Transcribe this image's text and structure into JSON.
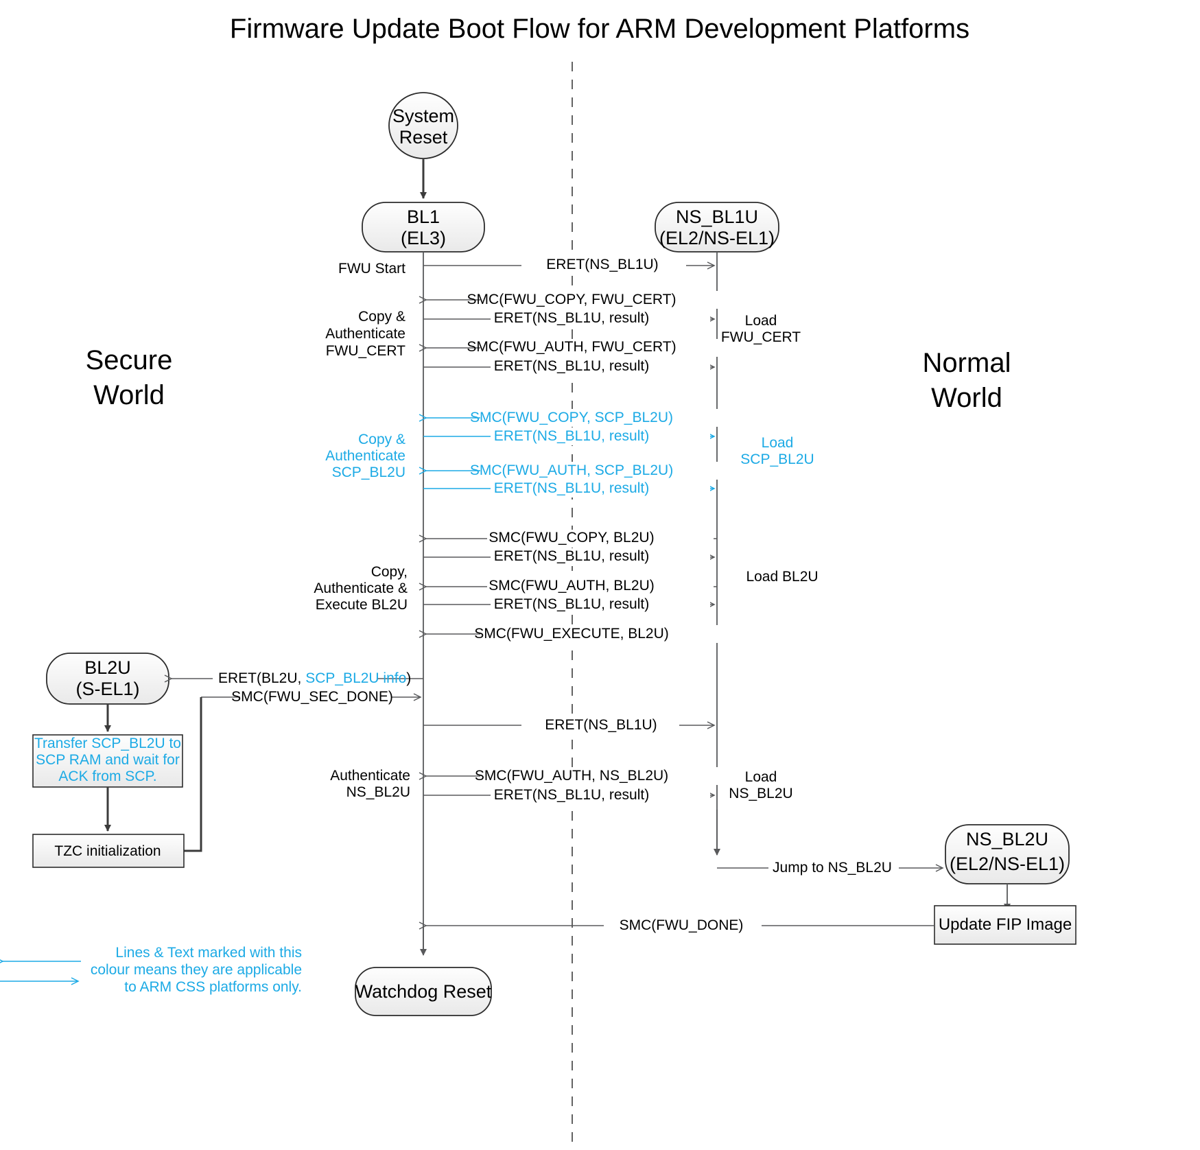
{
  "title": "Firmware Update Boot Flow for ARM Development Platforms",
  "colors": {
    "accent": "#1CAAE5",
    "line": "#58595b",
    "text": "#000000",
    "node_fill": "#f2f2f2"
  },
  "worlds": {
    "secure_line1": "Secure",
    "secure_line2": "World",
    "normal_line1": "Normal",
    "normal_line2": "World"
  },
  "nodes": {
    "system_reset_l1": "System",
    "system_reset_l2": "Reset",
    "bl1_l1": "BL1",
    "bl1_l2": "(EL3)",
    "ns_bl1u_l1": "NS_BL1U",
    "ns_bl1u_l2": "(EL2/NS-EL1)",
    "bl2u_l1": "BL2U",
    "bl2u_l2": "(S-EL1)",
    "ns_bl2u_l1": "NS_BL2U",
    "ns_bl2u_l2": "(EL2/NS-EL1)",
    "watchdog_reset": "Watchdog Reset",
    "update_fip": "Update FIP Image",
    "tzc_init": "TZC initialization",
    "transfer_l1": "Transfer SCP_BL2U to",
    "transfer_l2": "SCP RAM and wait for",
    "transfer_l3": "ACK from SCP."
  },
  "messages": [
    {
      "id": "m1",
      "label": "ERET(NS_BL1U)",
      "dir": "right",
      "color": "black"
    },
    {
      "id": "m2",
      "label": "SMC(FWU_COPY, FWU_CERT)",
      "dir": "left",
      "color": "black"
    },
    {
      "id": "m3",
      "label": "ERET(NS_BL1U, result)",
      "dir": "right",
      "color": "black"
    },
    {
      "id": "m4",
      "label": "SMC(FWU_AUTH, FWU_CERT)",
      "dir": "left",
      "color": "black"
    },
    {
      "id": "m5",
      "label": "ERET(NS_BL1U, result)",
      "dir": "right",
      "color": "black"
    },
    {
      "id": "m6",
      "label": "SMC(FWU_COPY, SCP_BL2U)",
      "dir": "left",
      "color": "accent"
    },
    {
      "id": "m7",
      "label": "ERET(NS_BL1U, result)",
      "dir": "right",
      "color": "accent"
    },
    {
      "id": "m8",
      "label": "SMC(FWU_AUTH, SCP_BL2U)",
      "dir": "left",
      "color": "accent"
    },
    {
      "id": "m9",
      "label": "ERET(NS_BL1U, result)",
      "dir": "right",
      "color": "accent"
    },
    {
      "id": "m10",
      "label": "SMC(FWU_COPY, BL2U)",
      "dir": "left",
      "color": "black"
    },
    {
      "id": "m11",
      "label": "ERET(NS_BL1U, result)",
      "dir": "right",
      "color": "black"
    },
    {
      "id": "m12",
      "label": "SMC(FWU_AUTH, BL2U)",
      "dir": "left",
      "color": "black"
    },
    {
      "id": "m13",
      "label": "ERET(NS_BL1U, result)",
      "dir": "right",
      "color": "black"
    },
    {
      "id": "m14",
      "label": "SMC(FWU_EXECUTE, BL2U)",
      "dir": "left",
      "color": "black"
    },
    {
      "id": "m15",
      "label": "SMC(FWU_SEC_DONE)",
      "dir": "right",
      "color": "black"
    },
    {
      "id": "m16",
      "label": "ERET(NS_BL1U)",
      "dir": "right",
      "color": "black"
    },
    {
      "id": "m17",
      "label": "SMC(FWU_AUTH, NS_BL2U)",
      "dir": "left",
      "color": "black"
    },
    {
      "id": "m18",
      "label": "ERET(NS_BL1U, result)",
      "dir": "right",
      "color": "black"
    },
    {
      "id": "m19",
      "label": "Jump to NS_BL2U",
      "dir": "right",
      "color": "black"
    },
    {
      "id": "m20",
      "label": "SMC(FWU_DONE)",
      "dir": "left",
      "color": "black"
    }
  ],
  "eret_bl2u": {
    "part1": "ERET(BL2U, ",
    "part2": "SCP_BL2U info",
    "part3": ")"
  },
  "left_annotations": [
    {
      "id": "a1",
      "lines": [
        "FWU Start"
      ],
      "color": "black"
    },
    {
      "id": "a2",
      "lines": [
        "Copy &",
        "Authenticate",
        "FWU_CERT"
      ],
      "color": "black"
    },
    {
      "id": "a3",
      "lines": [
        "Copy &",
        "Authenticate",
        "SCP_BL2U"
      ],
      "color": "accent"
    },
    {
      "id": "a4",
      "lines": [
        "Copy,",
        "Authenticate &",
        "Execute BL2U"
      ],
      "color": "black"
    },
    {
      "id": "a5",
      "lines": [
        "Authenticate",
        "NS_BL2U"
      ],
      "color": "black"
    }
  ],
  "right_annotations": [
    {
      "id": "r1",
      "lines": [
        "Load",
        "FWU_CERT"
      ],
      "color": "black"
    },
    {
      "id": "r2",
      "lines": [
        "Load",
        "SCP_BL2U"
      ],
      "color": "accent"
    },
    {
      "id": "r3",
      "lines": [
        "Load BL2U"
      ],
      "color": "black"
    },
    {
      "id": "r4",
      "lines": [
        "Load",
        "NS_BL2U"
      ],
      "color": "black"
    }
  ],
  "legend": {
    "line1": "Lines & Text marked with this",
    "line2": "colour means they are applicable",
    "line3": "to ARM CSS platforms only."
  }
}
